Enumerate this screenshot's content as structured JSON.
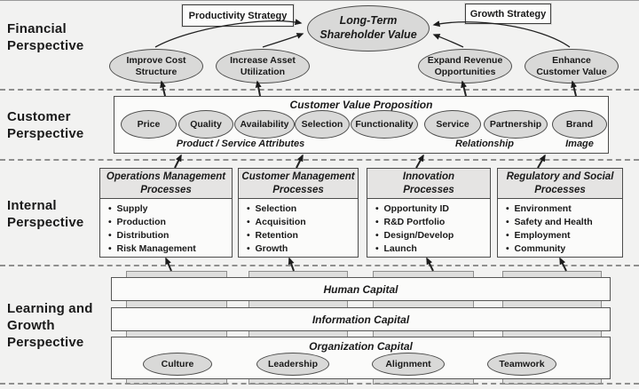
{
  "colors": {
    "background": "#f2f2f1",
    "oval_fill": "#d9d9d8",
    "panel_fill": "#fbfbfa",
    "header_fill": "#e5e4e3",
    "column_fill": "#dededd",
    "line": "#222222",
    "dashed": "#8f8f8e"
  },
  "perspectives": {
    "financial": "Financial\nPerspective",
    "customer": "Customer\nPerspective",
    "internal": "Internal\nPerspective",
    "learning": "Learning and\nGrowth\nPerspective"
  },
  "financial": {
    "productivity_strategy": "Productivity Strategy",
    "growth_strategy": "Growth Strategy",
    "shareholder_value": "Long-Term\nShareholder Value",
    "ovals": [
      {
        "label": "Improve Cost\nStructure"
      },
      {
        "label": "Increase Asset\nUtilization"
      },
      {
        "label": "Expand Revenue\nOpportunities"
      },
      {
        "label": "Enhance\nCustomer Value"
      }
    ]
  },
  "customer": {
    "title": "Customer Value Proposition",
    "ovals": [
      {
        "label": "Price"
      },
      {
        "label": "Quality"
      },
      {
        "label": "Availability"
      },
      {
        "label": "Selection"
      },
      {
        "label": "Functionality"
      },
      {
        "label": "Service"
      },
      {
        "label": "Partnership"
      },
      {
        "label": "Brand"
      }
    ],
    "groups": [
      {
        "label": "Product / Service Attributes"
      },
      {
        "label": "Relationship"
      },
      {
        "label": "Image"
      }
    ]
  },
  "internal": {
    "boxes": [
      {
        "title": "Operations Management\nProcesses",
        "items": [
          "Supply",
          "Production",
          "Distribution",
          "Risk Management"
        ]
      },
      {
        "title": "Customer Management\nProcesses",
        "items": [
          "Selection",
          "Acquisition",
          "Retention",
          "Growth"
        ]
      },
      {
        "title": "Innovation\nProcesses",
        "items": [
          "Opportunity ID",
          "R&D Portfolio",
          "Design/Develop",
          "Launch"
        ]
      },
      {
        "title": "Regulatory and Social\nProcesses",
        "items": [
          "Environment",
          "Safety and Health",
          "Employment",
          "Community"
        ]
      }
    ]
  },
  "learning": {
    "bars": [
      {
        "title": "Human Capital"
      },
      {
        "title": "Information Capital"
      },
      {
        "title": "Organization Capital"
      }
    ],
    "org_ovals": [
      {
        "label": "Culture"
      },
      {
        "label": "Leadership"
      },
      {
        "label": "Alignment"
      },
      {
        "label": "Teamwork"
      }
    ]
  },
  "arrows": {
    "curved": [
      "M175,52 C215,30 300,17 339,25",
      "M296,52 C318,45 331,41 341,37",
      "M522,52 C507,45 499,42 489,38",
      "M642,52 C608,28 532,18 489,27"
    ],
    "straight": [
      "M186,107 L182,91",
      "M293,107 L290,91",
      "M525,107 L521,91",
      "M649,107 L645,91",
      "M197,188 L204,174",
      "M334,188 L341,174",
      "M469,188 L477,174",
      "M606,188 L614,174",
      "M193,304 L187,290",
      "M331,304 L326,290",
      "M488,304 L481,290",
      "M638,304 L631,290"
    ]
  }
}
